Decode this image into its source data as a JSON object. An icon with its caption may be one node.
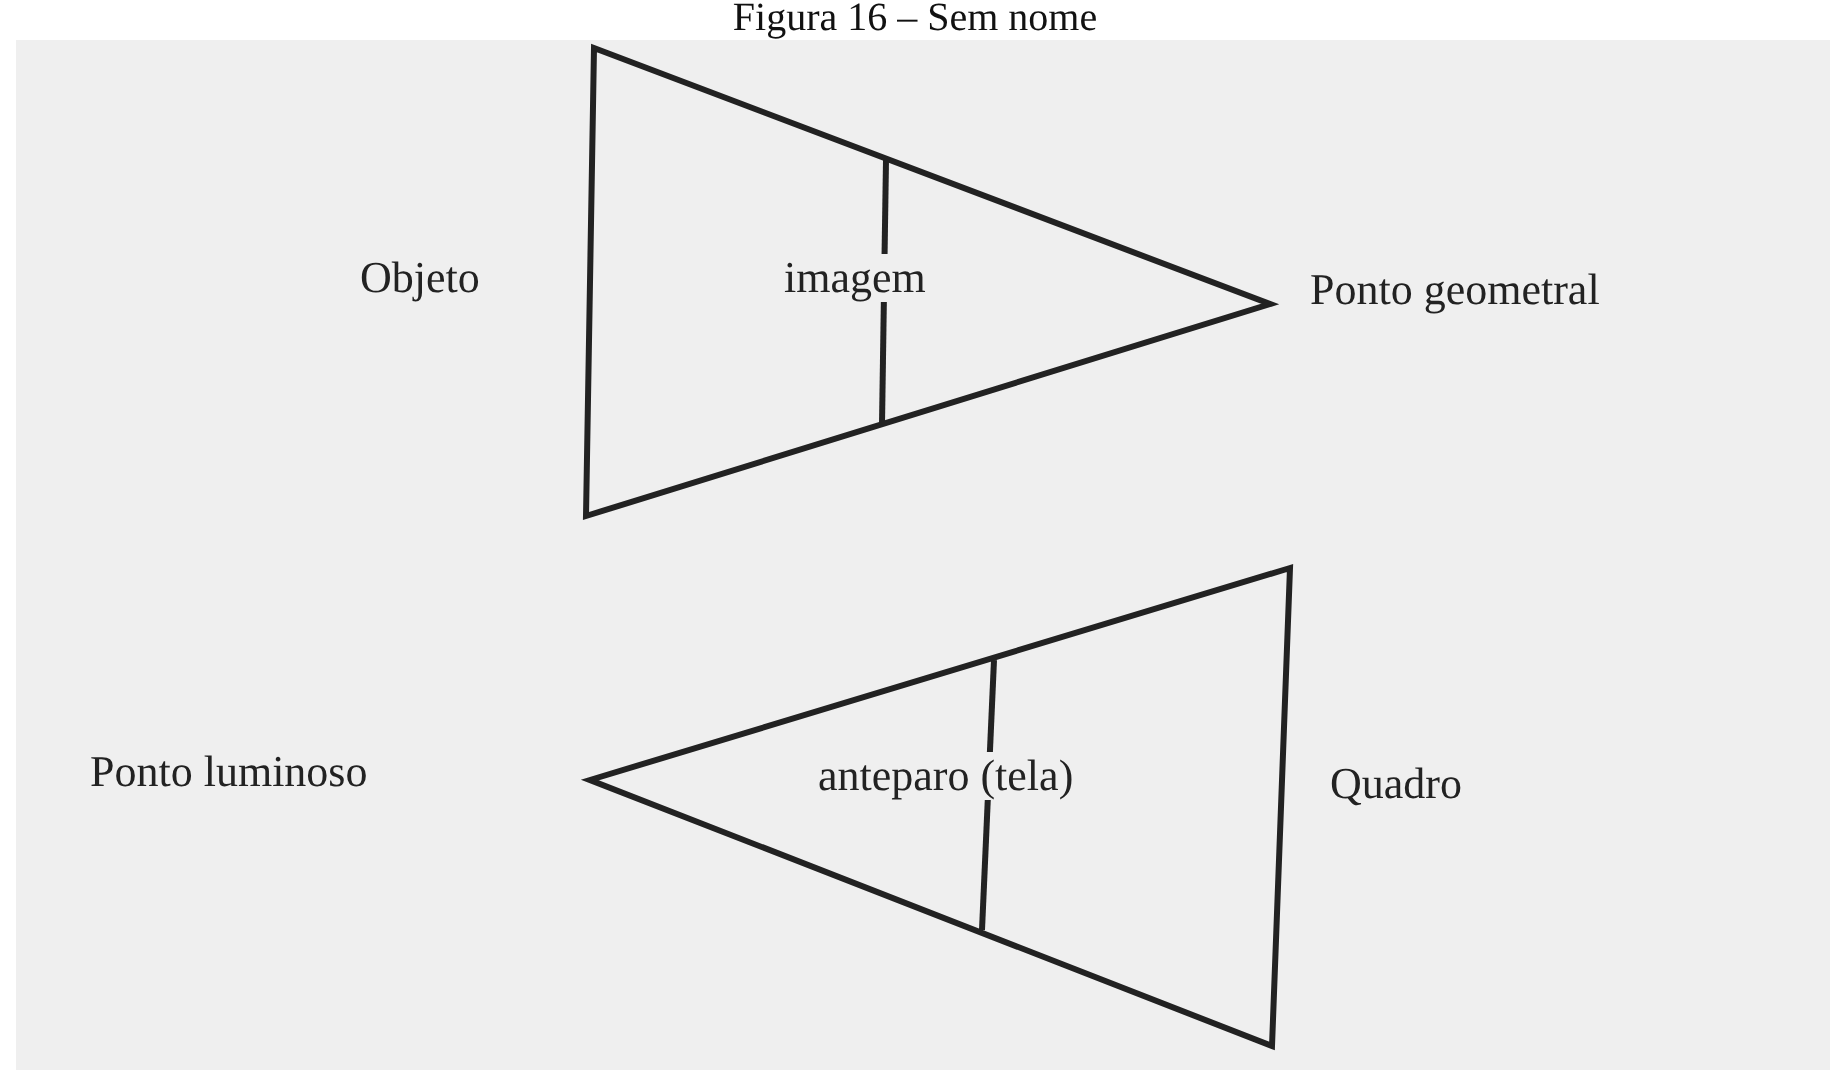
{
  "diagram": {
    "title": "Figura 16 – Sem nome",
    "labels": [
      "Objeto",
      "imagem",
      "Ponto geometral",
      "Ponto luminoso",
      "anteparo (tela)",
      "Quadro"
    ]
  }
}
